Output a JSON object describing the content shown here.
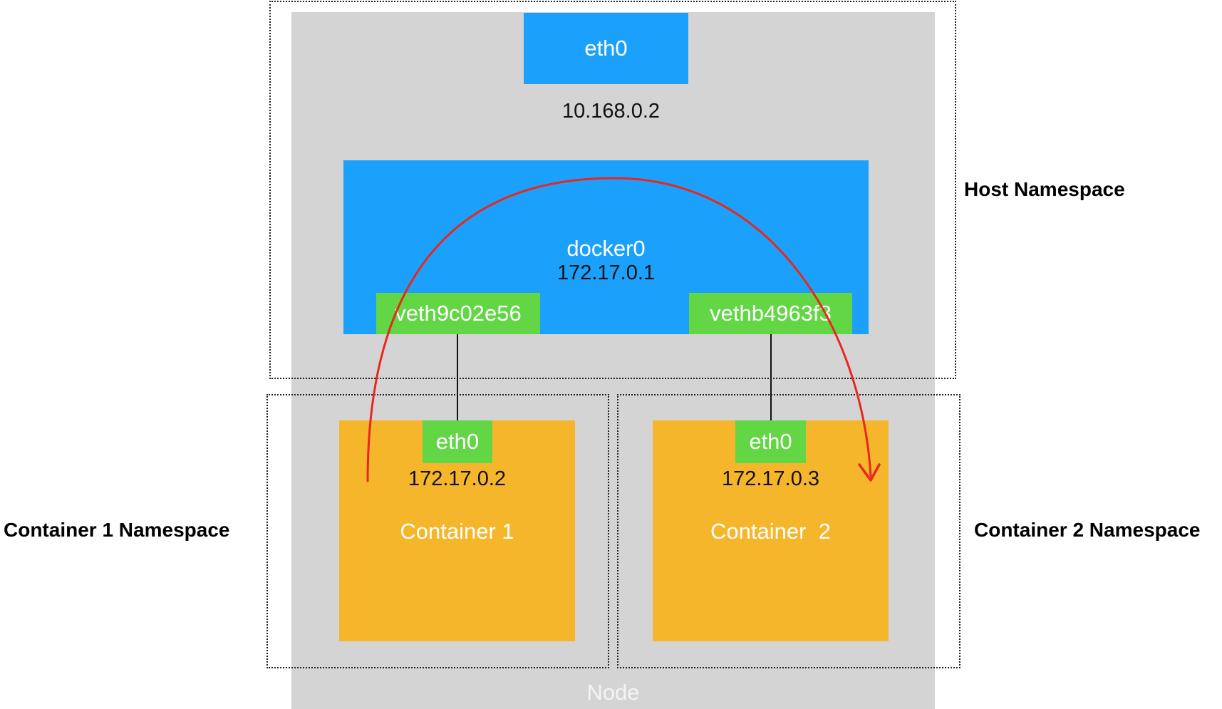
{
  "host": {
    "eth0_label": "eth0",
    "eth0_ip": "10.168.0.2",
    "namespace_label": "Host Namespace"
  },
  "bridge": {
    "name": "docker0",
    "ip": "172.17.0.1",
    "veth_left": "veth9c02e56",
    "veth_right": "vethb4963f3"
  },
  "containers": [
    {
      "eth0_label": "eth0",
      "ip": "172.17.0.2",
      "name": "Container 1",
      "namespace_label": "Container 1 Namespace"
    },
    {
      "eth0_label": "eth0",
      "ip": "172.17.0.3",
      "name": "Container  2",
      "namespace_label": "Container 2 Namespace"
    }
  ],
  "node_label": "Node",
  "colors": {
    "node_bg": "#d4d4d4",
    "interface_blue": "#1ba1fb",
    "veth_green": "#62d645",
    "container_orange": "#f6b62c",
    "arrow_red": "#e8271f"
  }
}
